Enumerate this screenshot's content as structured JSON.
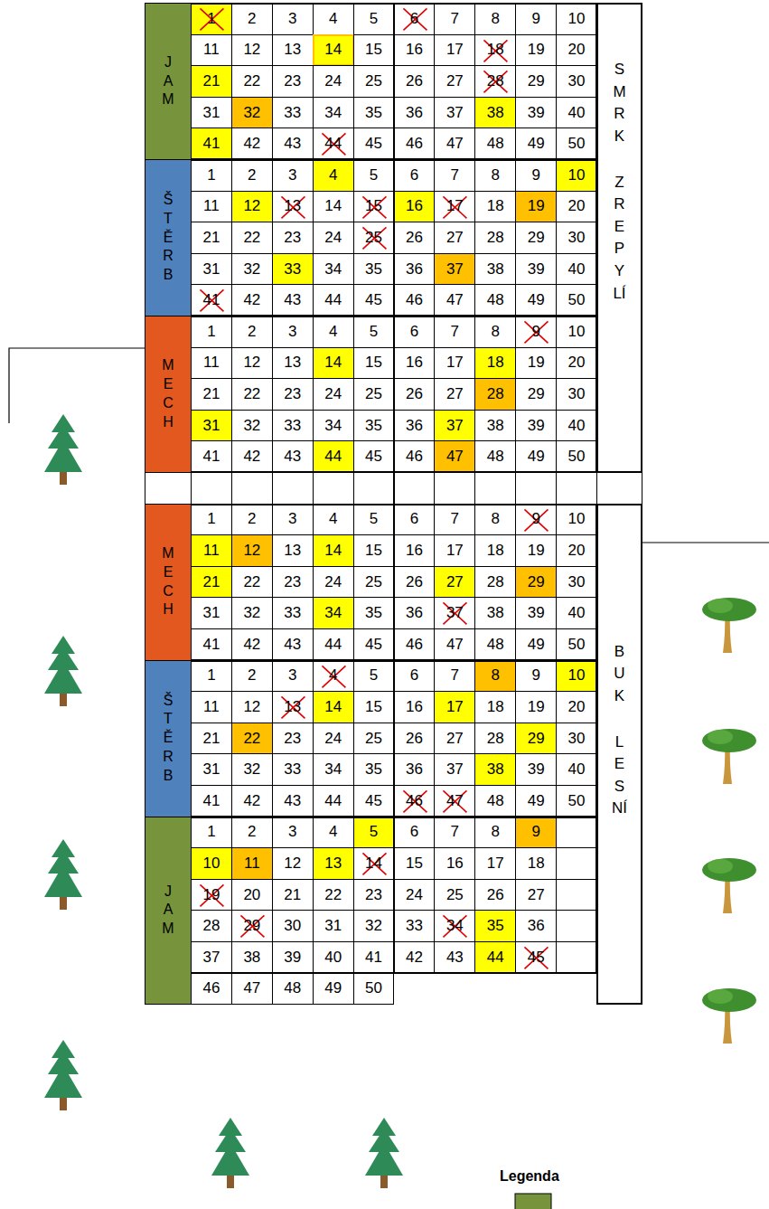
{
  "diagram": {
    "nodes": [
      {
        "text": [
          "JAM"
        ]
      },
      {
        "text": [
          "ŠTĚRB"
        ]
      },
      {
        "text": [
          "MECH"
        ]
      },
      {
        "text": [
          "SMRK",
          "ZREPYLÍ"
        ]
      },
      {
        "text": [
          "MECH"
        ]
      },
      {
        "text": [
          "ŠTĚRB"
        ]
      },
      {
        "text": [
          "JAM"
        ]
      },
      {
        "text": [
          "BUK",
          "LESNÍ"
        ]
      }
    ],
    "labels": [
      "1",
      "2",
      "3",
      "4",
      "5",
      "6",
      "7",
      "8",
      "9",
      "10",
      "11",
      "12",
      "13",
      "14",
      "15",
      "16",
      "17",
      "18",
      "19",
      "20",
      "21",
      "22",
      "23",
      "24",
      "25",
      "26",
      "27",
      "28",
      "29",
      "30",
      "31",
      "32",
      "33",
      "34",
      "35",
      "36",
      "37",
      "38",
      "39",
      "40",
      "41",
      "42",
      "43",
      "44",
      "45",
      "46",
      "47",
      "48",
      "49",
      "50",
      "1",
      "2",
      "3",
      "4",
      "5",
      "6",
      "7",
      "8",
      "9",
      "10",
      "11",
      "12",
      "13",
      "14",
      "15",
      "16",
      "17",
      "18",
      "19",
      "20",
      "21",
      "22",
      "23",
      "24",
      "25",
      "26",
      "27",
      "28",
      "29",
      "30",
      "31",
      "32",
      "33",
      "34",
      "35",
      "36",
      "37",
      "38",
      "39",
      "40",
      "41",
      "42",
      "43",
      "44",
      "45",
      "46",
      "47",
      "48",
      "49",
      "50",
      "1",
      "2",
      "3",
      "4",
      "5",
      "6",
      "7",
      "8",
      "9",
      "10",
      "11",
      "12",
      "13",
      "14",
      "15",
      "16",
      "17",
      "18",
      "19",
      "20",
      "21",
      "22",
      "23",
      "24",
      "25",
      "26",
      "27",
      "28",
      "29",
      "30",
      "31",
      "32",
      "33",
      "34",
      "35",
      "36",
      "37",
      "38",
      "39",
      "40",
      "41",
      "42",
      "43",
      "44",
      "45",
      "46",
      "47",
      "48",
      "49",
      "50",
      "1",
      "2",
      "3",
      "4",
      "5",
      "6",
      "7",
      "8",
      "9",
      "10",
      "11",
      "12",
      "13",
      "14",
      "15",
      "16",
      "17",
      "18",
      "19",
      "20",
      "21",
      "22",
      "23",
      "24",
      "25",
      "26",
      "27",
      "28",
      "29",
      "30",
      "31",
      "32",
      "33",
      "34",
      "35",
      "36",
      "37",
      "38",
      "39",
      "40",
      "41",
      "42",
      "43",
      "44",
      "45",
      "46",
      "47",
      "48",
      "49",
      "50",
      "1",
      "2",
      "3",
      "4",
      "5",
      "6",
      "7",
      "8",
      "9",
      "10",
      "11",
      "12",
      "13",
      "14",
      "15",
      "16",
      "17",
      "18",
      "19",
      "20",
      "21",
      "22",
      "23",
      "24",
      "25",
      "26",
      "27",
      "28",
      "29",
      "30",
      "31",
      "32",
      "33",
      "34",
      "35",
      "36",
      "37",
      "38",
      "39",
      "40",
      "41",
      "42",
      "43",
      "44",
      "45",
      "46",
      "47",
      "48",
      "49",
      "50",
      "1",
      "2",
      "3",
      "4",
      "5",
      "6",
      "7",
      "8",
      "9",
      "10",
      "11",
      "12",
      "13",
      "14",
      "15",
      "16",
      "17",
      "18",
      "19",
      "20",
      "21",
      "22",
      "23",
      "24",
      "25",
      "26",
      "27",
      "28",
      "29",
      "30",
      "31",
      "32",
      "33",
      "34",
      "35",
      "36",
      "37",
      "38",
      "39",
      "40",
      "41",
      "42",
      "43",
      "44",
      "45",
      "46",
      "47",
      "48",
      "49",
      "50",
      "Legenda"
    ]
  }
}
